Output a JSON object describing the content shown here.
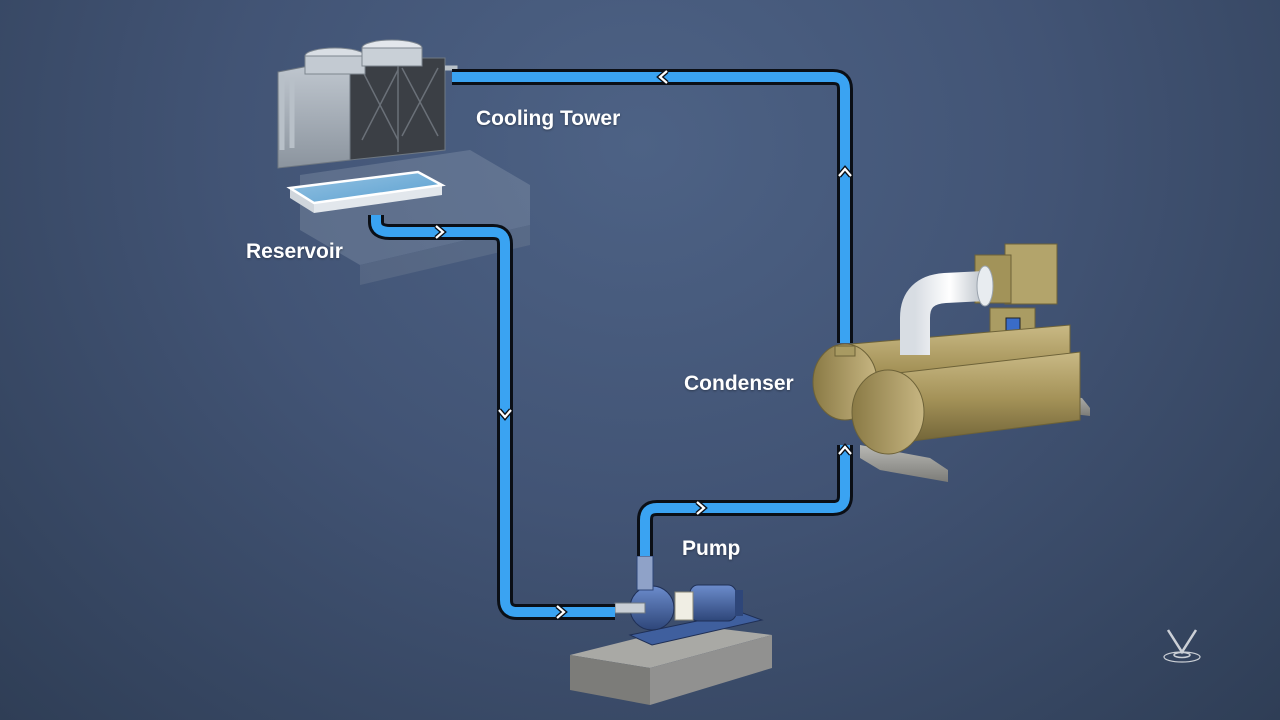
{
  "labels": {
    "cooling_tower": "Cooling Tower",
    "reservoir": "Reservoir",
    "condenser": "Condenser",
    "pump": "Pump"
  },
  "colors": {
    "background": "#46587a",
    "pipe_fill": "#3aa3f2",
    "pipe_outline": "#0b0f16",
    "chevron": "#ffffff",
    "condenser_body": "#a89a62",
    "pump_body": "#4a6aa8",
    "tower_frame": "#9aa3ad"
  },
  "icons": {
    "logo": "v-drop-logo-icon",
    "flow_marker": "chevron-arrow-icon"
  }
}
